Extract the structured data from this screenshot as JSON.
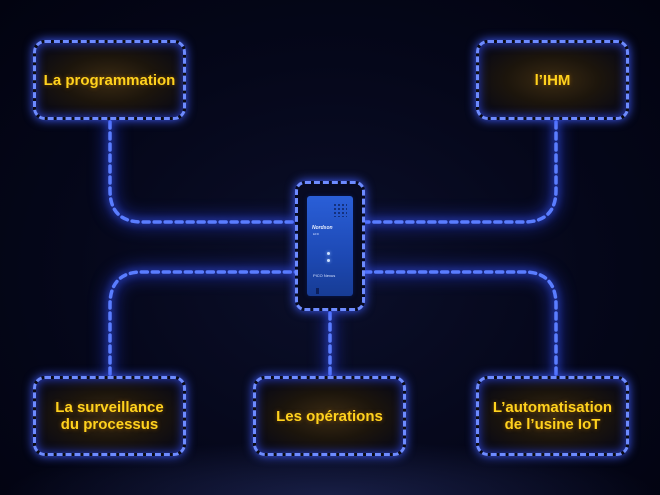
{
  "diagram": {
    "nodes": [
      {
        "id": "programmation",
        "label": "La programmation"
      },
      {
        "id": "ihm",
        "label": "l’IHM"
      },
      {
        "id": "surveillance",
        "label": "La surveillance\ndu processus"
      },
      {
        "id": "operations",
        "label": "Les opérations"
      },
      {
        "id": "automatisation",
        "label": "L’automatisation\nde l’usine IoT"
      }
    ],
    "hub": {
      "brand": "Nordson",
      "brand_sub": "EFD",
      "model": "PICO Nexus"
    },
    "colors": {
      "wire": "#5a7dff",
      "label": "#ffd21e",
      "device": "#2a5fd8"
    }
  }
}
